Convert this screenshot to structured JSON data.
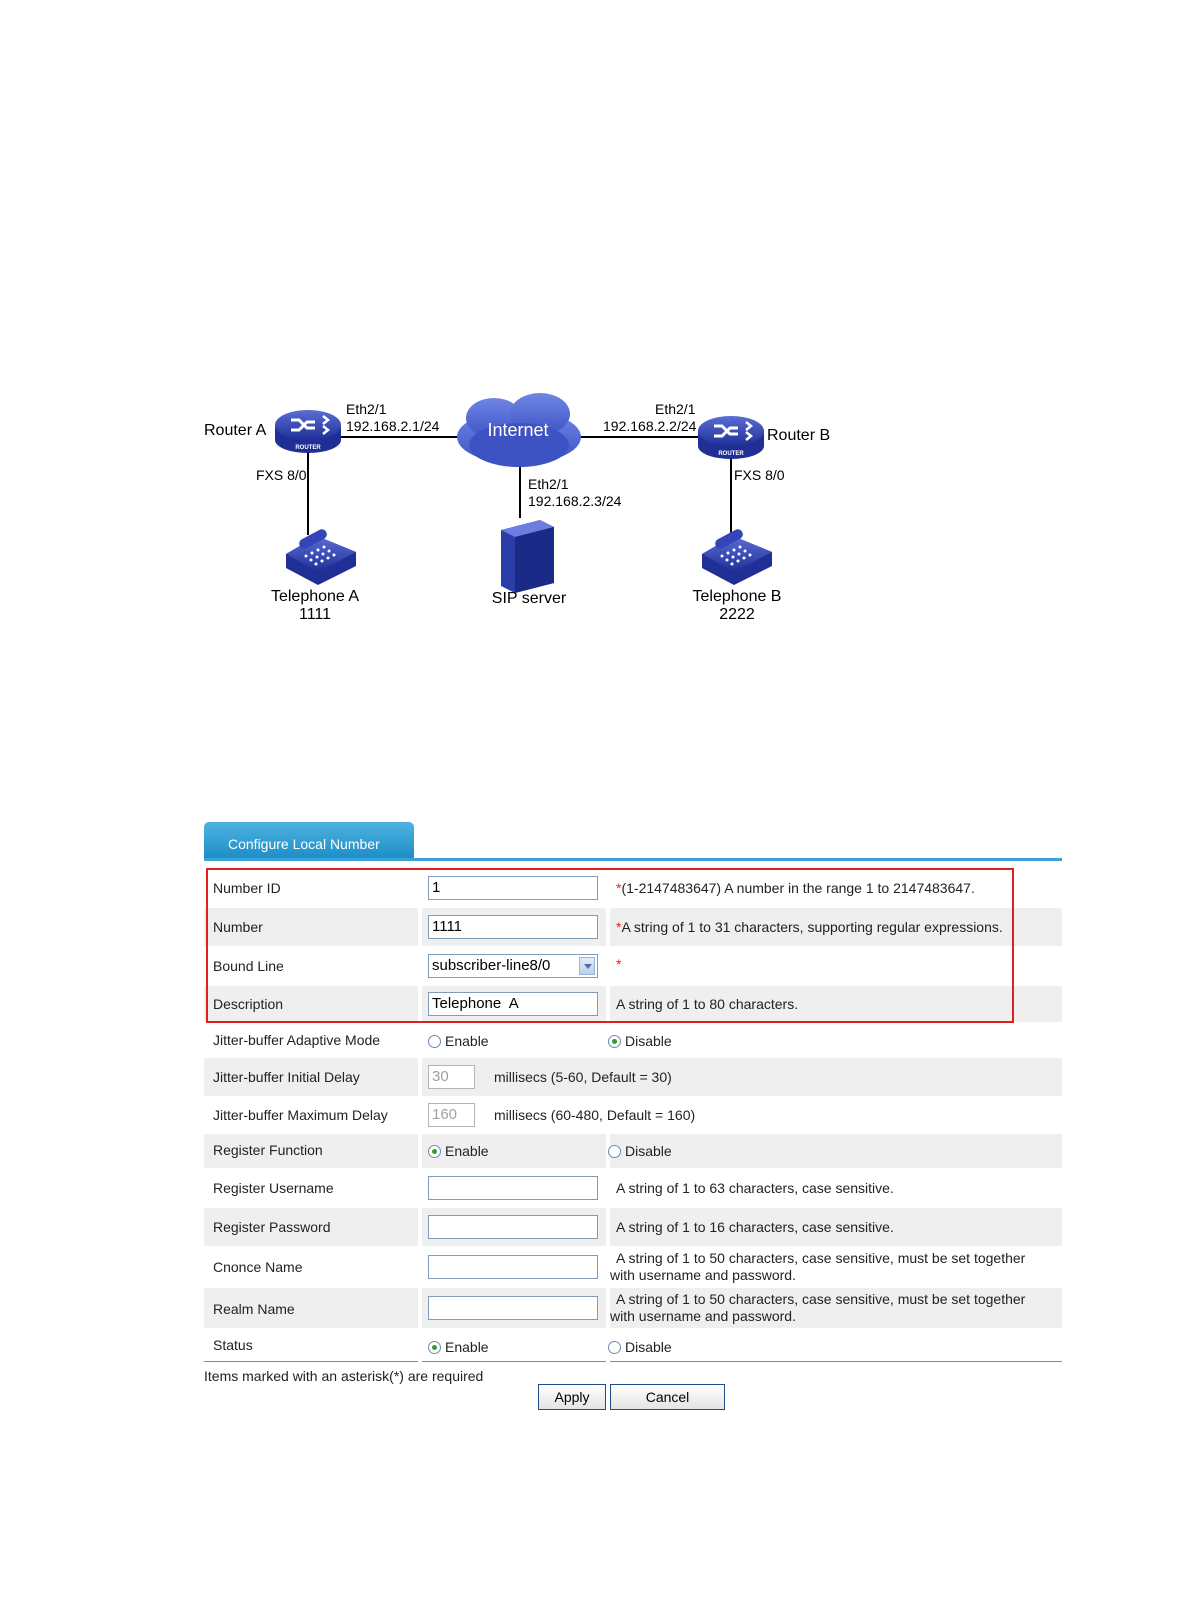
{
  "diagram": {
    "router_a": {
      "name": "Router A",
      "badge": "ROUTER",
      "port_top": "Eth2/1",
      "ip": "192.168.2.1/24",
      "port_bottom": "FXS 8/0"
    },
    "router_b": {
      "name": "Router B",
      "badge": "ROUTER",
      "port_top": "Eth2/1",
      "ip": "192.168.2.2/24",
      "port_bottom": "FXS 8/0"
    },
    "cloud": "Internet",
    "server": {
      "port": "Eth2/1",
      "ip": "192.168.2.3/24",
      "name": "SIP server"
    },
    "telephone_a": {
      "name": "Telephone A",
      "number": "1111"
    },
    "telephone_b": {
      "name": "Telephone B",
      "number": "2222"
    }
  },
  "form": {
    "tab": "Configure Local Number",
    "rows": {
      "number_id": {
        "label": "Number ID",
        "value": "1",
        "hint": "(1-2147483647) A number in the range 1 to 2147483647."
      },
      "number": {
        "label": "Number",
        "value": "1111",
        "hint": "A string of 1 to 31 characters, supporting regular expressions."
      },
      "bound_line": {
        "label": "Bound Line",
        "value": "subscriber-line8/0"
      },
      "description": {
        "label": "Description",
        "value": "Telephone  A",
        "hint": "A string of 1 to 80 characters."
      },
      "jitter_mode": {
        "label": "Jitter-buffer Adaptive Mode",
        "opt1": "Enable",
        "opt2": "Disable",
        "selected": "Disable"
      },
      "jitter_initial": {
        "label": "Jitter-buffer Initial Delay",
        "value": "30",
        "hint": "millisecs (5-60, Default = 30)"
      },
      "jitter_max": {
        "label": "Jitter-buffer Maximum Delay",
        "value": "160",
        "hint": "millisecs (60-480, Default = 160)"
      },
      "register_function": {
        "label": "Register Function",
        "opt1": "Enable",
        "opt2": "Disable",
        "selected": "Enable"
      },
      "register_username": {
        "label": "Register Username",
        "value": "",
        "hint": "A string of 1 to 63 characters, case sensitive."
      },
      "register_password": {
        "label": "Register Password",
        "value": "",
        "hint": "A string of 1 to 16 characters, case sensitive."
      },
      "cnonce_name": {
        "label": "Cnonce Name",
        "value": "",
        "hint_1": "A string of 1 to 50 characters, case sensitive, must be set together",
        "hint_2": "with username and password."
      },
      "realm_name": {
        "label": "Realm Name",
        "value": "",
        "hint_1": "A string of 1 to 50 characters, case sensitive, must be set together",
        "hint_2": "with username and password."
      },
      "status": {
        "label": "Status",
        "opt1": "Enable",
        "opt2": "Disable",
        "selected": "Enable"
      }
    },
    "required_star": "*",
    "required_note": "Items marked with an asterisk(*) are required",
    "apply": "Apply",
    "cancel": "Cancel"
  },
  "colors": {
    "accent": "#1a8cc6",
    "highlight_box": "#e02020",
    "device_blue": "#2b3ea8"
  },
  "icons": [
    "router-icon",
    "cloud-icon",
    "server-icon",
    "telephone-icon",
    "dropdown-arrow-icon",
    "radio-icon"
  ]
}
